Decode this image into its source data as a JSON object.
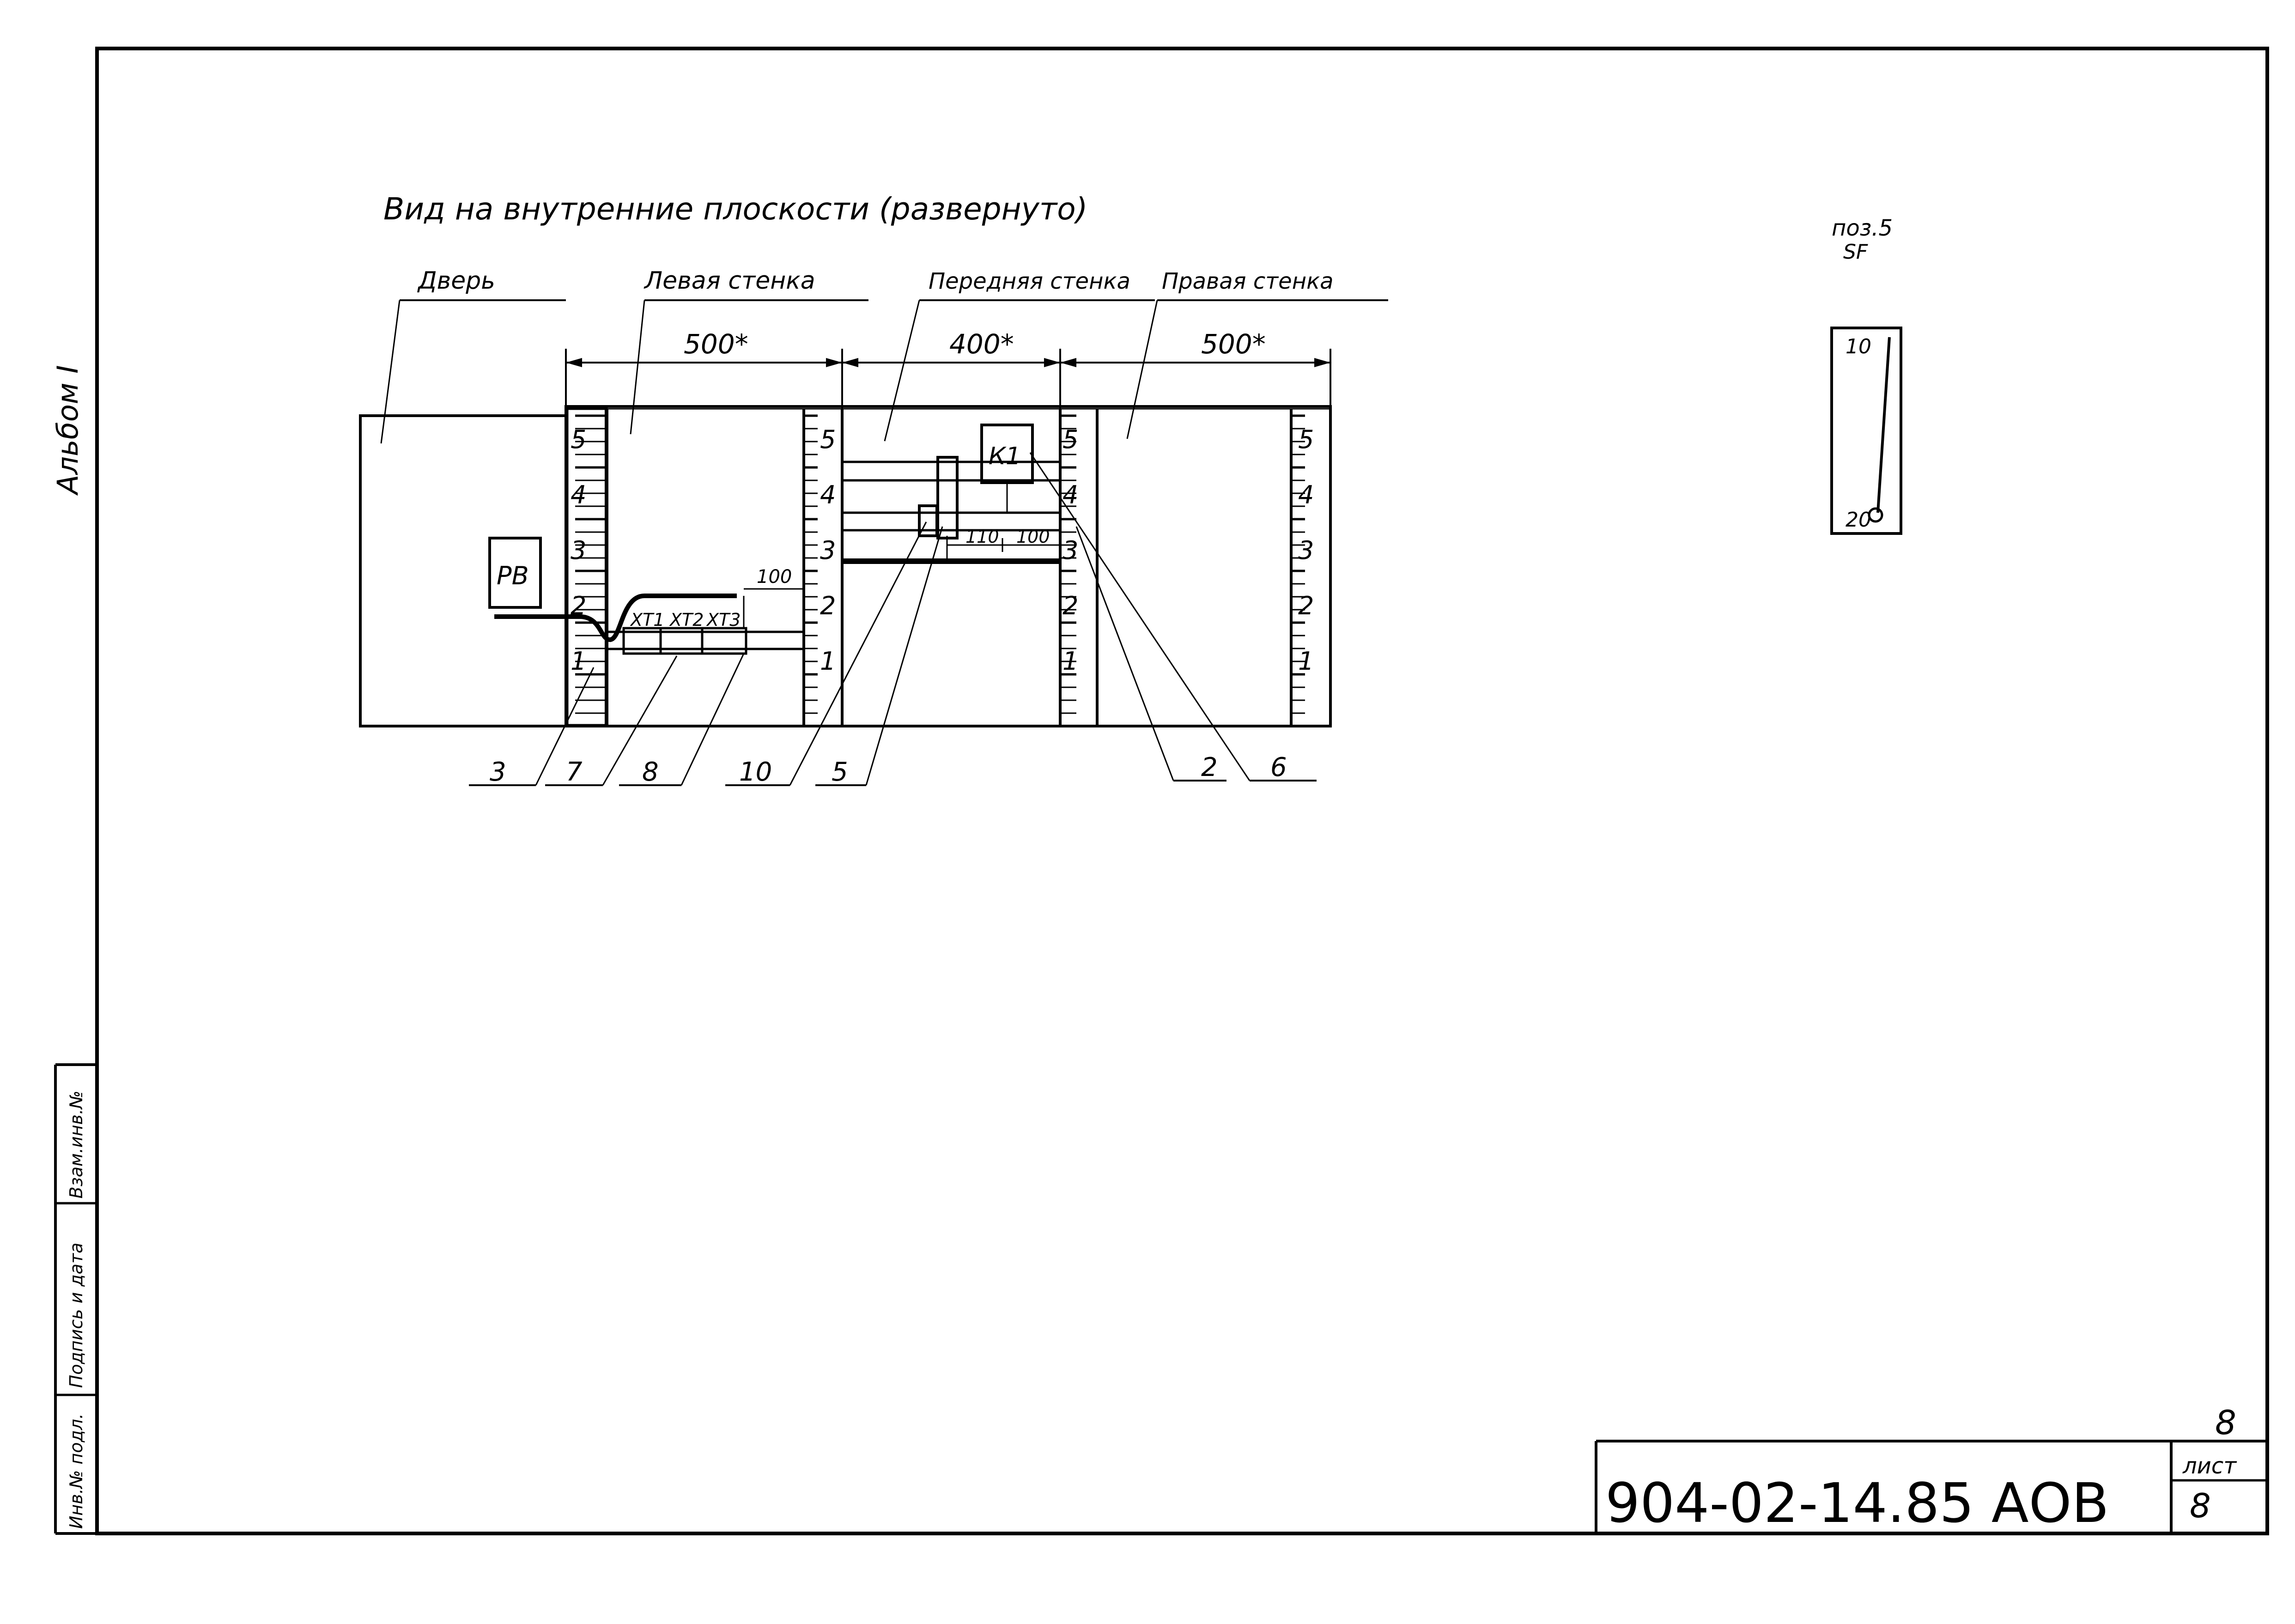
{
  "side": {
    "album": "Альбом I",
    "cells": [
      "Взам.инв.№",
      "Подпись и дата",
      "Инв.№ подл."
    ]
  },
  "title": "Вид на внутренние плоскости (развернуто)",
  "labels": {
    "door": "Дверь",
    "left_wall": "Левая стенка",
    "front_wall": "Передняя стенка",
    "right_wall": "Правая стенка"
  },
  "dims": {
    "left": "500*",
    "front": "400*",
    "right": "500*",
    "d100a": "100",
    "d110": "110",
    "d100b": "100"
  },
  "rails": {
    "left_a": [
      "5",
      "4",
      "3",
      "2",
      "1"
    ],
    "left_b": [
      "5",
      "4",
      "3",
      "2",
      "1"
    ],
    "front_b": [
      "5",
      "4",
      "3",
      "2",
      "1"
    ],
    "right_b": [
      "5",
      "4",
      "3",
      "2",
      "1"
    ]
  },
  "devices": {
    "rb": "РВ",
    "k1": "К1",
    "xt1": "XT1",
    "xt2": "XT2",
    "xt3": "XT3"
  },
  "callouts": [
    "3",
    "7",
    "8",
    "10",
    "5",
    "2",
    "6"
  ],
  "detail": {
    "pos": "поз.5",
    "code": "SF",
    "top": "10",
    "bottom": "20"
  },
  "stamp": {
    "doc": "904-02-14.85 АОВ",
    "sheet_top": "8",
    "sheet_label": "лист",
    "sheet_no": "8"
  }
}
